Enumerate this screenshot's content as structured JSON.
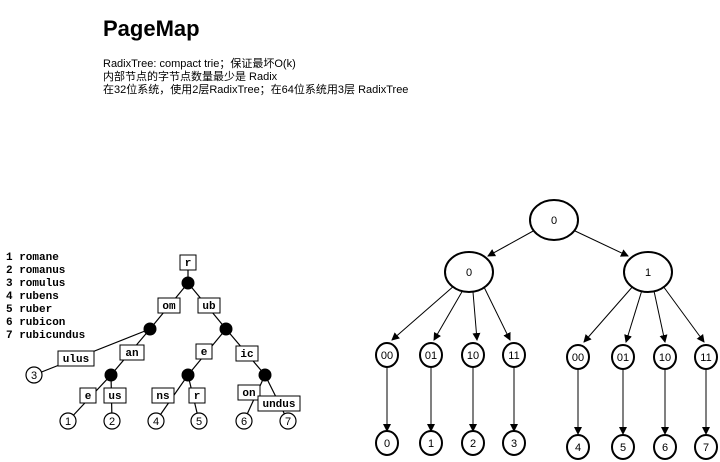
{
  "header": {
    "title": "PageMap",
    "lines": [
      "RadixTree: compact trie；保证最坏O(k)",
      "内部节点的字节点数量最少是 Radix",
      "在32位系统，使用2层RadixTree；在64位系统用3层 RadixTree"
    ]
  },
  "trie": {
    "words": [
      "1 romane",
      "2 romanus",
      "3 romulus",
      "4 rubens",
      "5 ruber",
      "6 rubicon",
      "7 rubicundus"
    ],
    "edges": [
      "r",
      "om",
      "ub",
      "ulus",
      "an",
      "e",
      "ic",
      "e",
      "us",
      "ns",
      "r",
      "on",
      "undus"
    ],
    "leaves": [
      "3",
      "1",
      "2",
      "4",
      "5",
      "6",
      "7"
    ]
  },
  "radix": {
    "root": "0",
    "level1": [
      "0",
      "1"
    ],
    "level2": [
      "00",
      "01",
      "10",
      "11",
      "00",
      "01",
      "10",
      "11"
    ],
    "leaves": [
      "0",
      "1",
      "2",
      "3",
      "4",
      "5",
      "6",
      "7"
    ]
  }
}
